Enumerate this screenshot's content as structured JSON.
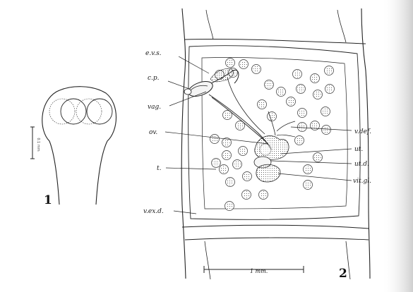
{
  "figures": {
    "fig1_number": "1",
    "fig2_number": "2",
    "fig1_scale_text": "0.1 mm",
    "scale_bar_label": "1 mm."
  },
  "labels": [
    {
      "id": "evs",
      "text": "e.v.s."
    },
    {
      "id": "cp",
      "text": "c.p."
    },
    {
      "id": "vag",
      "text": "vag."
    },
    {
      "id": "ov",
      "text": "ov."
    },
    {
      "id": "t",
      "text": "t."
    },
    {
      "id": "vexd",
      "text": "v.ex.d."
    },
    {
      "id": "vdef",
      "text": "v.def."
    },
    {
      "id": "ut",
      "text": "ut."
    },
    {
      "id": "utd",
      "text": "ut.d."
    },
    {
      "id": "vitgl",
      "text": "vit.gl."
    }
  ],
  "colors": {
    "ink": "#222222",
    "paper": "#ffffff",
    "edge_shadow": "#d8d8d8"
  }
}
